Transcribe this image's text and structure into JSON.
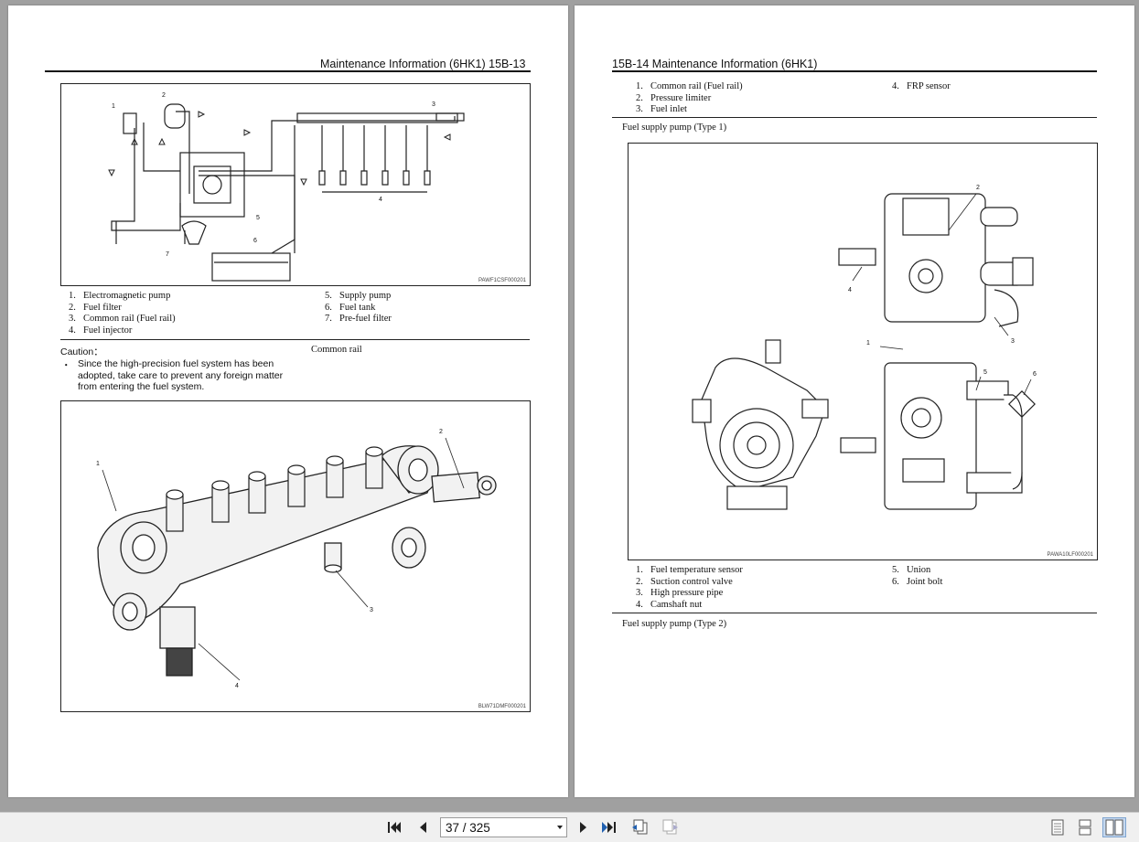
{
  "left_page": {
    "header": "Maintenance Information (6HK1)   15B-13",
    "fig1": {
      "code": "PAWF1CSF000201",
      "callouts": [
        "1",
        "2",
        "3",
        "4",
        "5",
        "6",
        "7"
      ],
      "legend_left": [
        {
          "n": "1.",
          "t": "Electromagnetic pump"
        },
        {
          "n": "2.",
          "t": "Fuel filter"
        },
        {
          "n": "3.",
          "t": "Common rail (Fuel rail)"
        },
        {
          "n": "4.",
          "t": "Fuel injector"
        }
      ],
      "legend_right": [
        {
          "n": "5.",
          "t": "Supply pump"
        },
        {
          "n": "6.",
          "t": "Fuel tank"
        },
        {
          "n": "7.",
          "t": "Pre-fuel filter"
        }
      ]
    },
    "caution": {
      "title": "Caution：",
      "bullet": "・",
      "body": "Since the high-precision fuel system has been adopted, take care to prevent any foreign matter from entering the fuel system."
    },
    "section_title": "Common rail",
    "fig2": {
      "code": "BLW71DMF000201",
      "callouts": [
        "1",
        "2",
        "3",
        "4"
      ]
    }
  },
  "right_page": {
    "header": "15B-14   Maintenance Information (6HK1)",
    "legend_top_left": [
      {
        "n": "1.",
        "t": "Common rail (Fuel rail)"
      },
      {
        "n": "2.",
        "t": "Pressure limiter"
      },
      {
        "n": "3.",
        "t": "Fuel inlet"
      }
    ],
    "legend_top_right": [
      {
        "n": "4.",
        "t": "FRP sensor"
      }
    ],
    "section1_title": "Fuel supply pump (Type 1)",
    "fig3": {
      "code": "PAWA10LF000201",
      "callouts": [
        "1",
        "2",
        "3",
        "4",
        "5",
        "6"
      ],
      "legend_left": [
        {
          "n": "1.",
          "t": "Fuel temperature sensor"
        },
        {
          "n": "2.",
          "t": "Suction control valve"
        },
        {
          "n": "3.",
          "t": "High pressure pipe"
        },
        {
          "n": "4.",
          "t": "Camshaft nut"
        }
      ],
      "legend_right": [
        {
          "n": "5.",
          "t": "Union"
        },
        {
          "n": "6.",
          "t": "Joint bolt"
        }
      ]
    },
    "section2_title": "Fuel supply pump (Type 2)"
  },
  "toolbar": {
    "page_value": "37 / 325",
    "icons": [
      "first-page-icon",
      "prev-page-icon",
      "next-page-icon",
      "last-page-icon",
      "previous-view-icon",
      "next-view-icon",
      "single-page-view-icon",
      "continuous-view-icon",
      "facing-view-icon"
    ],
    "colors": {
      "accent": "#2060b0",
      "active_bg": "#c5d8ef"
    }
  }
}
